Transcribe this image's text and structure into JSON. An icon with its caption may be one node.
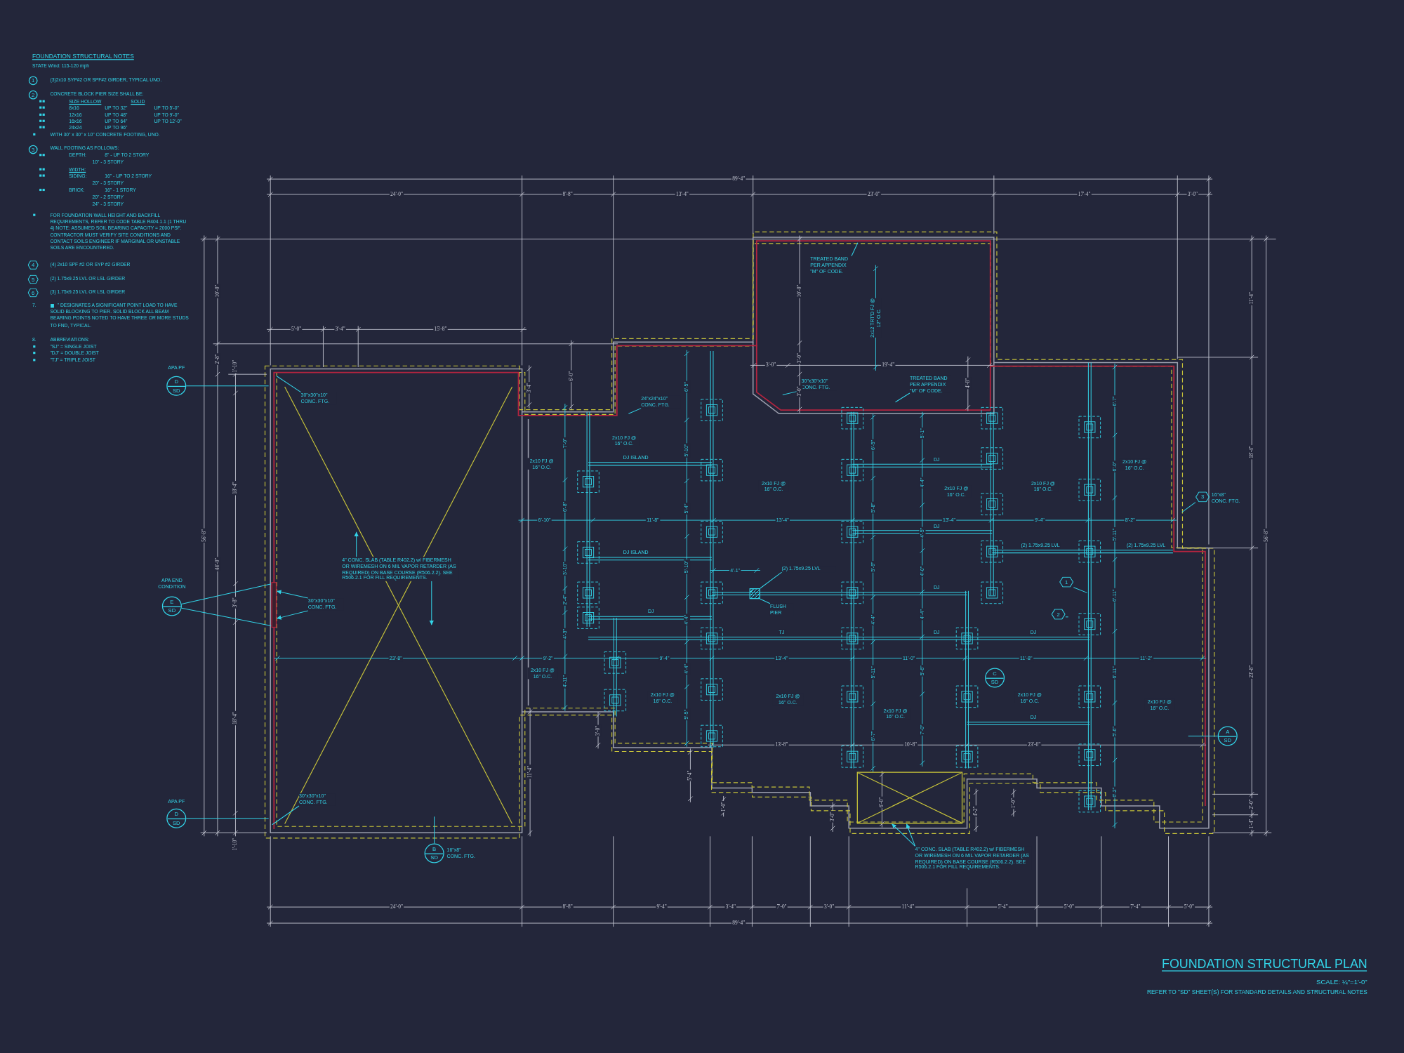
{
  "diagram": {
    "title": "FOUNDATION STRUCTURAL PLAN",
    "nodes": [
      {
        "text": [
          "1"
        ]
      },
      {
        "text": [
          "2"
        ]
      },
      {
        "text": [
          "3"
        ]
      },
      {
        "text": [
          "4"
        ]
      },
      {
        "text": [
          "5"
        ]
      },
      {
        "text": [
          "6"
        ]
      },
      {
        "text": [
          "D",
          "SD"
        ],
        "beside": [
          "APA PF"
        ]
      },
      {
        "text": [
          "E",
          "SD"
        ],
        "beside": [
          "APA END CONDITION"
        ]
      },
      {
        "text": [
          "D",
          "SD"
        ],
        "beside": [
          "APA PF"
        ]
      },
      {
        "text": [
          "B",
          "SD"
        ],
        "beside": [
          "16\"x8\" CONC. FTG."
        ]
      },
      {
        "text": [
          "C",
          "SD"
        ]
      },
      {
        "text": [
          "A",
          "SD"
        ]
      },
      {
        "text": [
          "3"
        ],
        "beside": [
          "16\"x8\" CONC. FTG."
        ]
      },
      {
        "text": [
          "1"
        ]
      },
      {
        "text": [
          "2"
        ]
      },
      {
        "text": [
          "30\"x30\"x10\" CONC. FTG."
        ]
      },
      {
        "text": [
          "30\"x30\"x10\" CONC. FTG."
        ]
      },
      {
        "text": [
          "30\"x30\"x10\" CONC. FTG."
        ]
      },
      {
        "text": [
          "4\" CONC. SLAB (TABLE R402.2) w/ FIBERMESH OR WIREMESH ON 6 MIL VAPOR RETARDER (AS REQUIRED) ON BASE COURSE (R506.2.2). SEE R506.2.1 FOR FILL REQUIREMENTS."
        ]
      },
      {
        "text": [
          "24\"x24\"x10\" CONC. FTG."
        ]
      },
      {
        "text": [
          "TREATED BAND PER APPENDIX \"M\" OF CODE."
        ]
      },
      {
        "text": [
          "30\"x30\"x10\" CONC. FTG."
        ]
      },
      {
        "text": [
          "TREATED BAND PER APPENDIX \"M\" OF CODE."
        ]
      },
      {
        "text": [
          "(2) 1.75x9.25 LVL"
        ]
      },
      {
        "text": [
          "FLUSH PIER"
        ]
      },
      {
        "text": [
          "4\" CONC. SLAB (TABLE R402.2) w/ FIBERMESH OR WIREMESH ON 6 MIL VAPOR RETARDER (AS REQUIRED) ON BASE COURSE (R506.2.2). SEE R506.2.1 FOR FILL REQUIREMENTS."
        ]
      },
      {
        "text": [],
        "shape": "box"
      },
      {
        "text": [],
        "shape": "bar"
      },
      {
        "text": [],
        "shape": "box"
      }
    ],
    "edges": [
      {
        "from": 6,
        "to": null,
        "arrow": "none"
      },
      {
        "from": 7,
        "to": 27,
        "arrow": "none"
      },
      {
        "from": 7,
        "to": 27,
        "arrow": "none"
      },
      {
        "from": 8,
        "to": null,
        "arrow": "none"
      },
      {
        "from": 9,
        "to": null,
        "arrow": "none"
      },
      {
        "from": 11,
        "to": null,
        "arrow": "none"
      },
      {
        "from": 12,
        "to": null,
        "arrow": "none"
      },
      {
        "from": 13,
        "to": null,
        "arrow": "none"
      },
      {
        "from": 14,
        "to": null,
        "arrow": "none"
      },
      {
        "from": 15,
        "to": null,
        "arrow": "none"
      },
      {
        "from": 16,
        "to": 27,
        "arrow": "to"
      },
      {
        "from": 16,
        "to": 27,
        "arrow": "to"
      },
      {
        "from": 17,
        "to": null,
        "arrow": "none"
      },
      {
        "from": 18,
        "to": null,
        "arrow": "to"
      },
      {
        "from": 18,
        "to": null,
        "arrow": "to"
      },
      {
        "from": 19,
        "to": null,
        "arrow": "none"
      },
      {
        "from": 20,
        "to": null,
        "arrow": "none"
      },
      {
        "from": 21,
        "to": null,
        "arrow": "none"
      },
      {
        "from": 22,
        "to": null,
        "arrow": "none"
      },
      {
        "from": 23,
        "to": 26,
        "arrow": "none"
      },
      {
        "from": 24,
        "to": 26,
        "arrow": "none"
      },
      {
        "from": 25,
        "to": 28,
        "arrow": "to"
      },
      {
        "from": 25,
        "to": 28,
        "arrow": "to"
      }
    ],
    "labels": [
      "FOUNDATION STRUCTURAL NOTES",
      "STATE Wind: 115-120 mph",
      "(3)2x10 SYP#2 OR SPF#2 GIRDER, TYPICAL UNO.",
      "CONCRETE BLOCK PIER SIZE SHALL BE:",
      "SIZE HOLLOW",
      "SOLID",
      "8x16",
      "UP TO 32\"",
      "UP TO 5'-0\"",
      "12x16",
      "UP TO 48\"",
      "UP TO 9'-0\"",
      "16x16",
      "UP TO 64\"",
      "UP TO 12'-0\"",
      "24x24",
      "UP TO 96\"",
      "WITH 30\" x 30\" x 10\" CONCRETE FOOTING, UNO.",
      "WALL FOOTING AS FOLLOWS:",
      "DEPTH:",
      "8\" - UP TO 2 STORY",
      "10\" - 3 STORY",
      "WIDTH:",
      "SIDING:",
      "16\" - UP TO 2 STORY",
      "20\" - 3 STORY",
      "BRICK:",
      "16\" - 1 STORY",
      "20\" - 2 STORY",
      "24\" - 3 STORY",
      "FOR FOUNDATION WALL HEIGHT AND BACKFILL REQUIREMENTS, REFER TO CODE TABLE R404.1.1 (1 THRU 4) NOTE: ASSUMED SOIL BEARING CAPACITY = 2000 PSF. CONTRACTOR MUST VERIFY SITE CONDITIONS AND CONTACT SOILS ENGINEER IF MARGINAL OR UNSTABLE SOILS ARE ENCOUNTERED.",
      "(4) 2x10 SPF #2 OR SYP #2 GIRDER",
      "(2) 1.75x9.25 LVL OR LSL GIRDER",
      "(3) 1.75x9.25 LVL OR LSL GIRDER",
      "7.",
      "\" DESIGNATES A SIGNIFICANT POINT LOAD TO HAVE SOLID BLOCKING TO PIER. SOLID BLOCK ALL BEAM BEARING POINTS NOTED TO HAVE THREE OR MORE STUDS TO FND, TYPICAL.",
      "8.",
      "ABBREVIATIONS:",
      "\"SJ\" = SINGLE JOIST",
      "\"DJ\" = DOUBLE JOIST",
      "\"TJ\" = TRIPLE JOIST",
      "89'-4\"",
      "24'-0\"",
      "8'-8\"",
      "13'-4\"",
      "23'-0\"",
      "17'-4\"",
      "3'-0\"",
      "10'-0\"",
      "5'-0\"",
      "3'-4\"",
      "15'-8\"",
      "10'-0\"",
      "11'-4\"",
      "2'-8\"",
      "3'-0\"",
      "3'-0\"",
      "19'-4\"",
      "1'-10\"",
      "3'-4\"",
      "6'-0\"",
      "3'-0\"",
      "4'-8\"",
      "2x12 TRT'D FJ @ 12\" O.C.",
      "18'-4\"",
      "18'-4\"",
      "7'-0\"",
      "6'-8\"",
      "3'-10\"",
      "2'-4\"",
      "4'-3\"",
      "4'-11\"",
      "6'-5\"",
      "5'-10\"",
      "5'-4\"",
      "5'-10\"",
      "4'-4\"",
      "4'-4\"",
      "5'-5\"",
      "6'-5\"",
      "5'-8\"",
      "5'-9\"",
      "4'-4\"",
      "5'-11\"",
      "6'-7\"",
      "5'-1\"",
      "4'-4\"",
      "4'-5\"",
      "4'-0\"",
      "4'-4\"",
      "5'-6\"",
      "7'-0\"",
      "6'-7\"",
      "6'-0\"",
      "5'-11\"",
      "6'-11\"",
      "6'-11\"",
      "5'-6\"",
      "6'-2\"",
      "6'-10\"",
      "11'-8\"",
      "13'-4\"",
      "13'-4\"",
      "9'-4\"",
      "8'-2\"",
      "23'-8\"",
      "9'-2\"",
      "9'-4\"",
      "13'-4\"",
      "11'-0\"",
      "11'-8\"",
      "11'-2\"",
      "4'-1\"",
      "56'-8\"",
      "56'-8\"",
      "44'-0\"",
      "3'-8\"",
      "23'-8\"",
      "18'-4\"",
      "3'-0\"",
      "11'-4\"",
      "13'-8\"",
      "10'-8\"",
      "23'-0\"",
      "5'-4\"",
      "2'-0\"",
      "1'-10\"",
      "1'-4\"",
      "1'-0\"",
      "3'-0\"",
      "6'-0\"",
      "4'-2\"",
      "1'-0\"",
      "24'-0\"",
      "8'-8\"",
      "9'-4\"",
      "3'-4\"",
      "7'-0\"",
      "3'-0\"",
      "11'-4\"",
      "5'-4\"",
      "5'-0\"",
      "7'-4\"",
      "5'-0\"",
      "89'-4\"",
      "2x10 FJ @ 16\" O.C.",
      "2x10 FJ @ 16\" O.C.",
      "DJ ISLAND",
      "DJ",
      "2x10 FJ @ 16\" O.C.",
      "2x10 FJ @ 16\" O.C.",
      "2x10 FJ @ 16\" O.C.",
      "2x10 FJ @ 16\" O.C.",
      "DJ",
      "(2) 1.75x9.25 LVL",
      "(2) 1.75x9.25 LVL",
      "DJ ISLAND",
      "DJ",
      "DJ",
      "TJ",
      "DJ",
      "DJ",
      "2x10 FJ @ 16\" O.C.",
      "2x10 FJ @ 16\" O.C.",
      "2x10 FJ @ 16\" O.C.",
      "2x10 FJ @ 16\" O.C.",
      "2x10 FJ @ 16\" O.C.",
      "2x10 FJ @ 16\" O.C.",
      "DJ",
      "SCALE: ¼\"=1'-0\"",
      "REFER TO \"SD\" SHEET(S) FOR STANDARD DETAILS AND STRUCTURAL NOTES"
    ]
  }
}
